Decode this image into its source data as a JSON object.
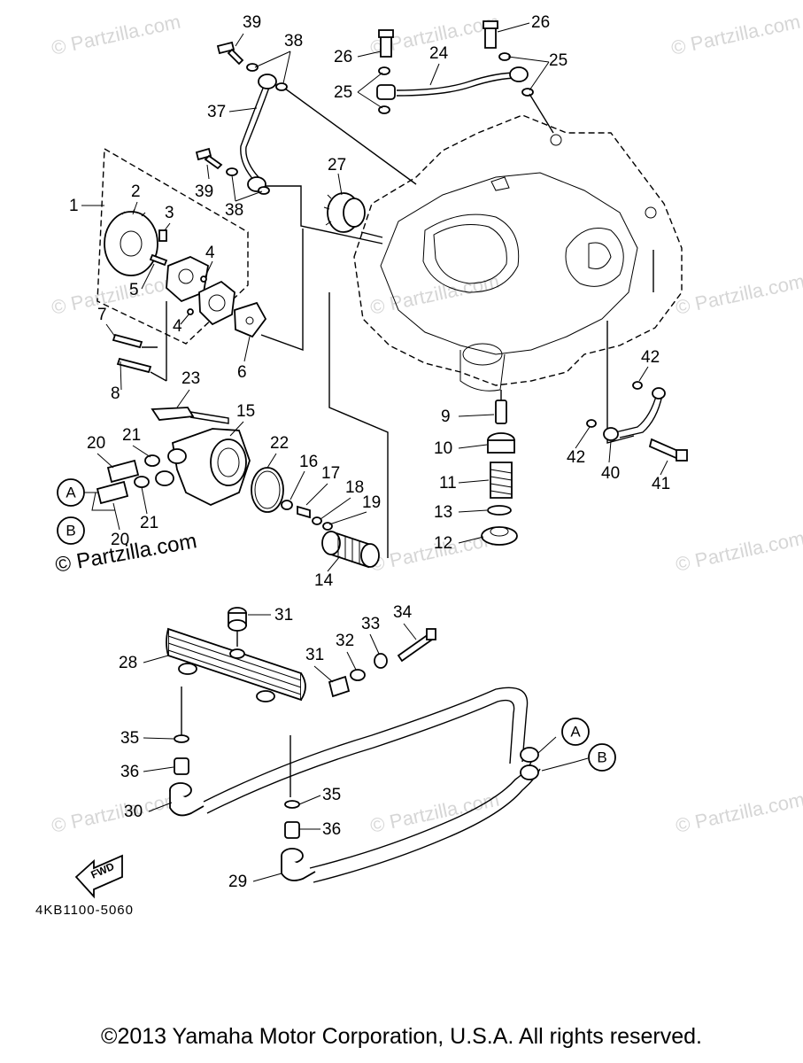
{
  "watermark": "© Partzilla.com",
  "diagram_code": "4KB1100-5060",
  "fwd_label": "FWD",
  "copyright": "©2013  Yamaha Motor Corporation, U.S.A. All rights reserved.",
  "connectors": [
    "A",
    "B"
  ],
  "callouts": {
    "c1": "1",
    "c2": "2",
    "c3": "3",
    "c4a": "4",
    "c4b": "4",
    "c5": "5",
    "c6": "6",
    "c7": "7",
    "c8": "8",
    "c9": "9",
    "c10": "10",
    "c11": "11",
    "c12": "12",
    "c13": "13",
    "c14": "14",
    "c15": "15",
    "c16": "16",
    "c17": "17",
    "c18": "18",
    "c19": "19",
    "c20a": "20",
    "c20b": "20",
    "c21a": "21",
    "c21b": "21",
    "c22": "22",
    "c23": "23",
    "c24": "24",
    "c25a": "25",
    "c25b": "25",
    "c26a": "26",
    "c26b": "26",
    "c27": "27",
    "c28": "28",
    "c29": "29",
    "c30": "30",
    "c31a": "31",
    "c31b": "31",
    "c32": "32",
    "c33": "33",
    "c34": "34",
    "c35a": "35",
    "c35b": "35",
    "c36a": "36",
    "c36b": "36",
    "c37": "37",
    "c38a": "38",
    "c38b": "38",
    "c39a": "39",
    "c39b": "39",
    "c40": "40",
    "c41": "41",
    "c42a": "42",
    "c42b": "42"
  }
}
